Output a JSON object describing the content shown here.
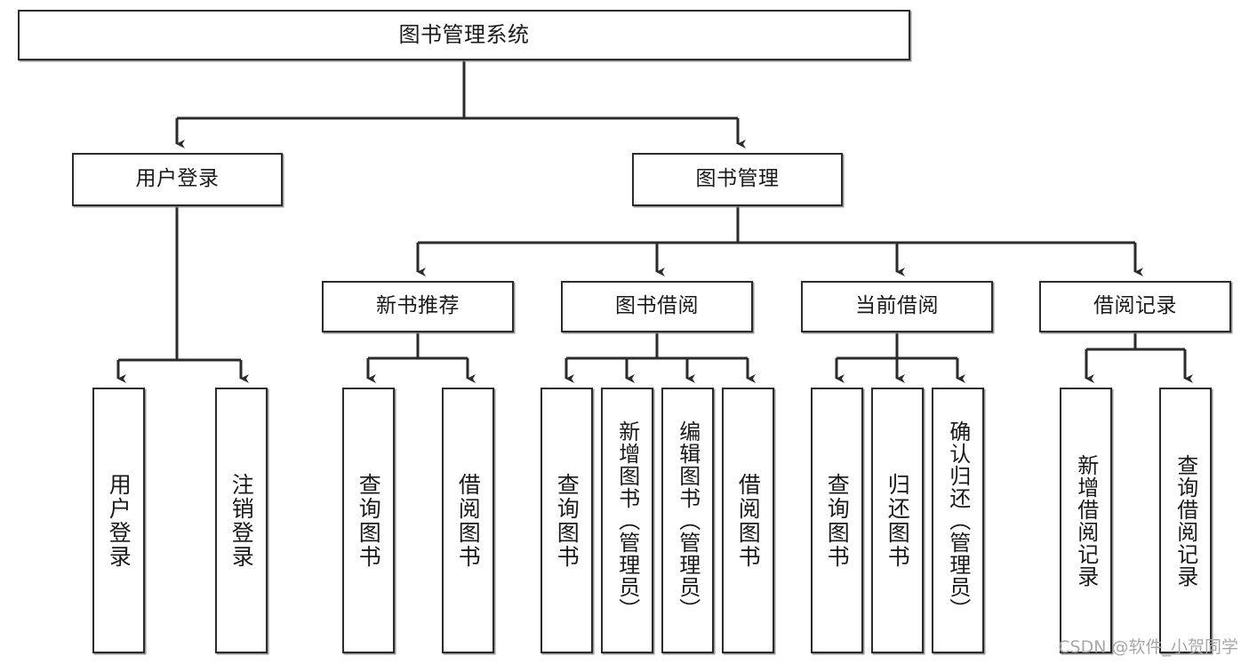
{
  "diagram": {
    "type": "tree-hierarchy",
    "title": "图书管理系统",
    "watermark": "CSDN @软件_小贺同学",
    "colors": {
      "box_border": "#2b2b2b",
      "box_fill": "#ffffff",
      "connector": "#2b2b2b",
      "text": "#1a1a1a",
      "watermark": "#a8a8a8",
      "background": "#ffffff"
    },
    "levels": {
      "root": {
        "label": "图书管理系统"
      },
      "level2": [
        {
          "label": "用户登录"
        },
        {
          "label": "图书管理"
        }
      ],
      "level3": [
        {
          "label": "新书推荐"
        },
        {
          "label": "图书借阅"
        },
        {
          "label": "当前借阅"
        },
        {
          "label": "借阅记录"
        }
      ],
      "leaves": {
        "user_login": [
          {
            "label": "用户登录"
          },
          {
            "label": "注销登录"
          }
        ],
        "new_book": [
          {
            "label": "查询图书"
          },
          {
            "label": "借阅图书"
          }
        ],
        "book_borrow": [
          {
            "label": "查询图书"
          },
          {
            "label": "新增图书（管理员）"
          },
          {
            "label": "编辑图书（管理员）"
          },
          {
            "label": "借阅图书"
          }
        ],
        "current_borrow": [
          {
            "label": "查询图书"
          },
          {
            "label": "归还图书"
          },
          {
            "label": "确认归还（管理员）"
          }
        ],
        "borrow_record": [
          {
            "label": "新增借阅记录"
          },
          {
            "label": "查询借阅记录"
          }
        ]
      }
    }
  }
}
